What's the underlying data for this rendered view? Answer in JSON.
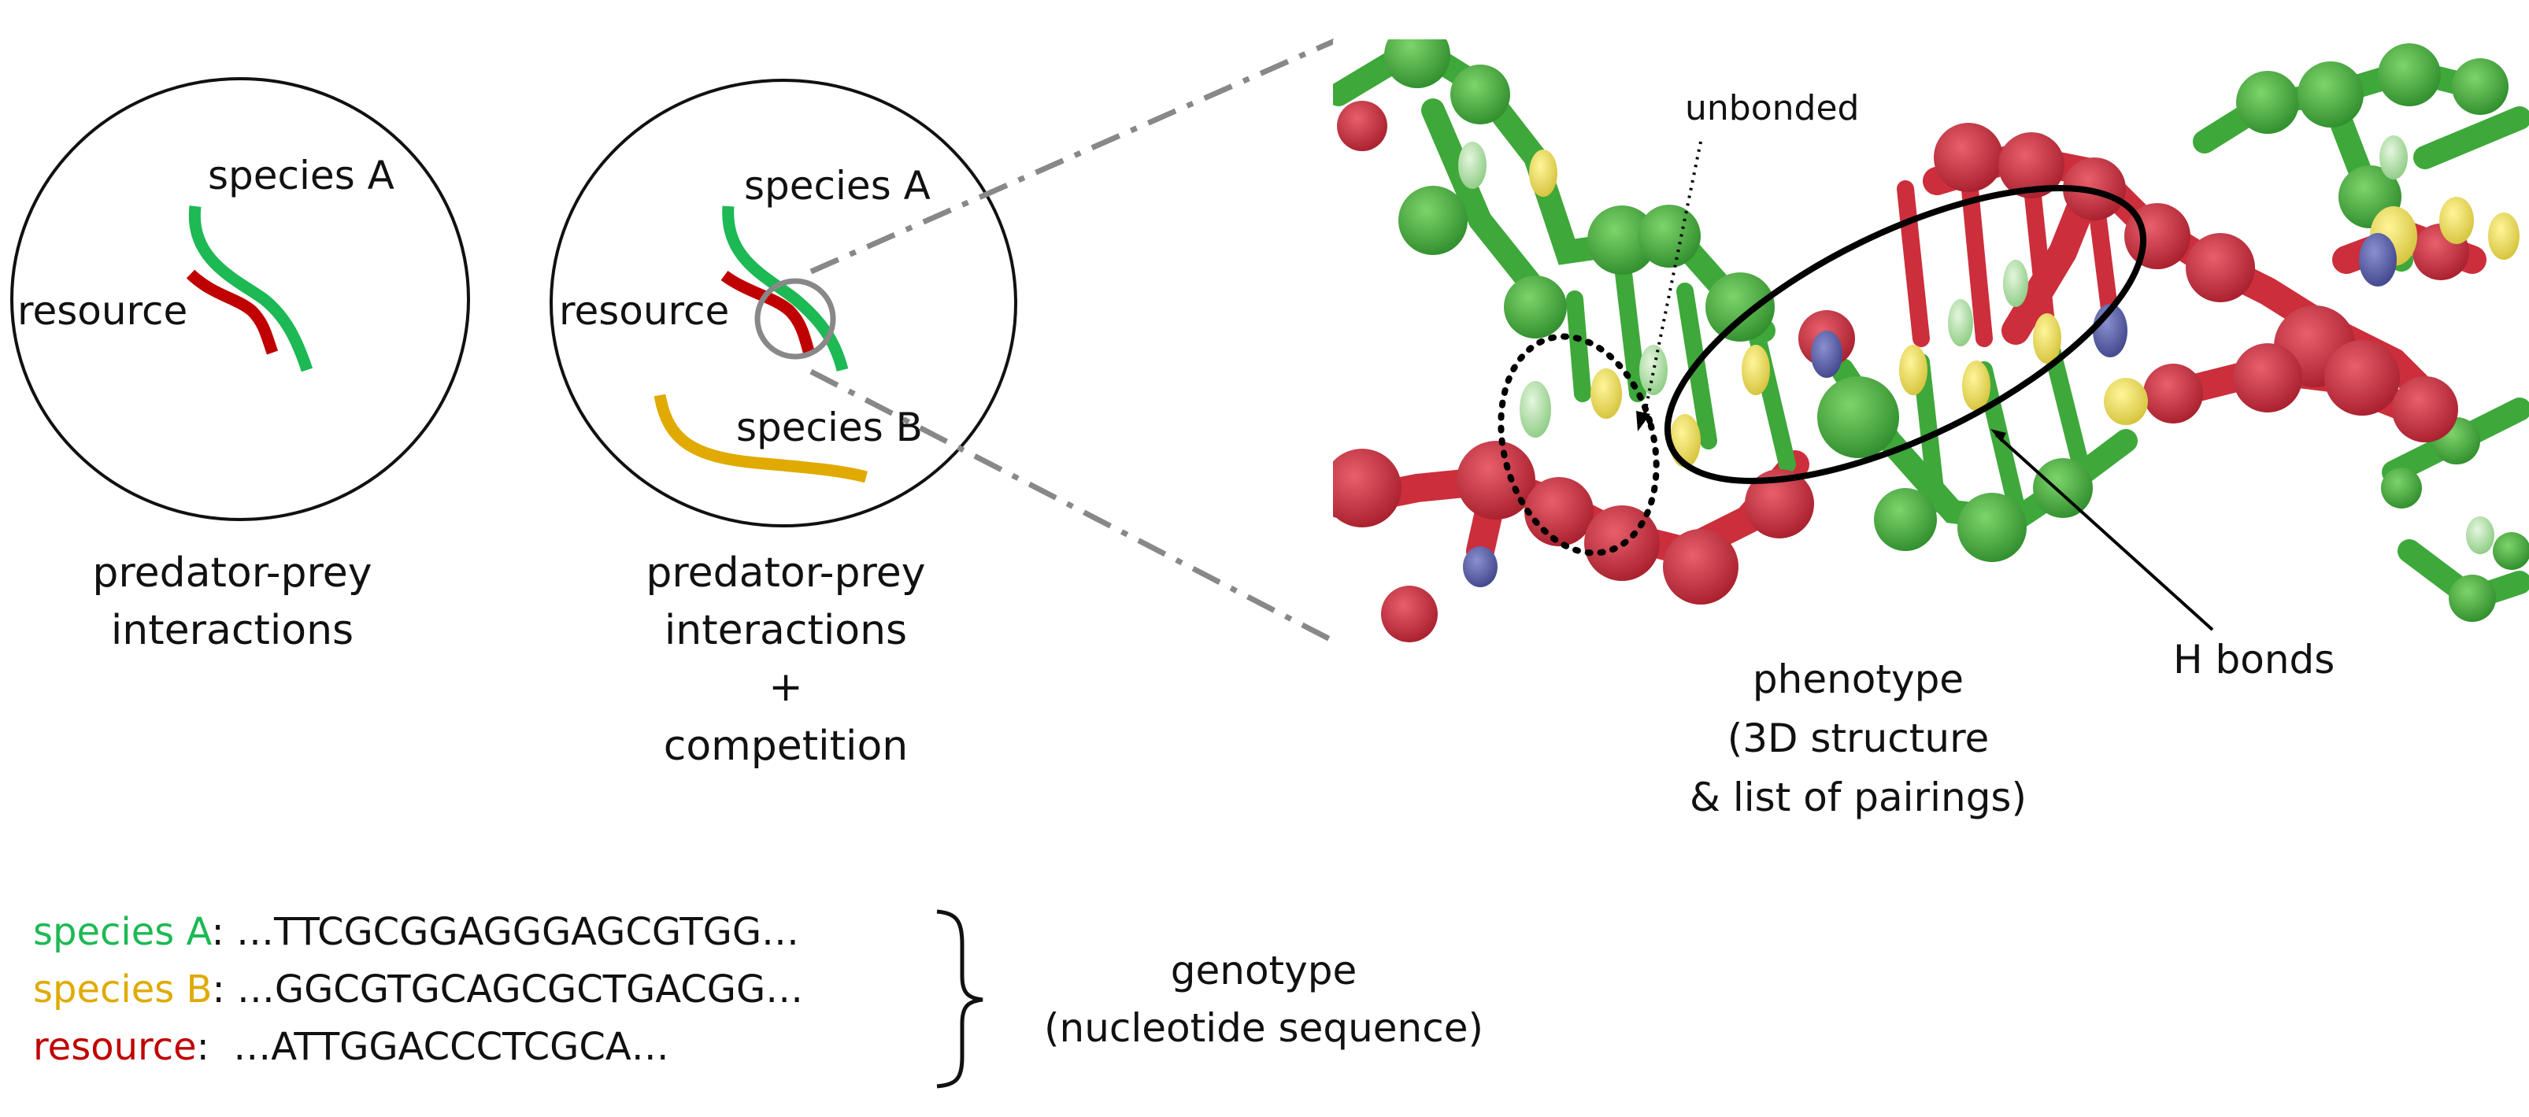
{
  "colors": {
    "species_a": "#1DB954",
    "species_b": "#E0AA00",
    "resource": "#C00000",
    "magnifier": "#888888",
    "ink": "#111111",
    "rna_green": "#3EA83A",
    "rna_red": "#CC2E3C",
    "rna_yellow": "#E8DC4A",
    "rna_lightgreen": "#A8DCA0",
    "rna_blue": "#5A5FA8"
  },
  "left_panel": {
    "species_a": "species A",
    "resource": "resource",
    "caption_line1": "predator-prey",
    "caption_line2": "interactions"
  },
  "middle_panel": {
    "species_a": "species A",
    "resource": "resource",
    "species_b": "species B",
    "caption_line1": "predator-prey",
    "caption_line2": "interactions",
    "caption_line3": "+",
    "caption_line4": "competition"
  },
  "structure_panel": {
    "unbonded": "unbonded",
    "h_bonds": "H bonds",
    "phenotype_line1": "phenotype",
    "phenotype_line2": "(3D structure",
    "phenotype_line3": "& list of pairings)"
  },
  "genotype": {
    "rows": [
      {
        "name": "species A",
        "sep": ":",
        "sequence": " …TTCGCGGAGGGAGCGTGG…"
      },
      {
        "name": "species B",
        "sep": ":",
        "sequence": " …GGCGTGCAGCGCTGACGG…"
      },
      {
        "name": "resource",
        "sep": ":",
        "sequence": "  …ATTGGACCCTCGCA…"
      }
    ],
    "label_line1": "genotype",
    "label_line2": "(nucleotide sequence)"
  }
}
